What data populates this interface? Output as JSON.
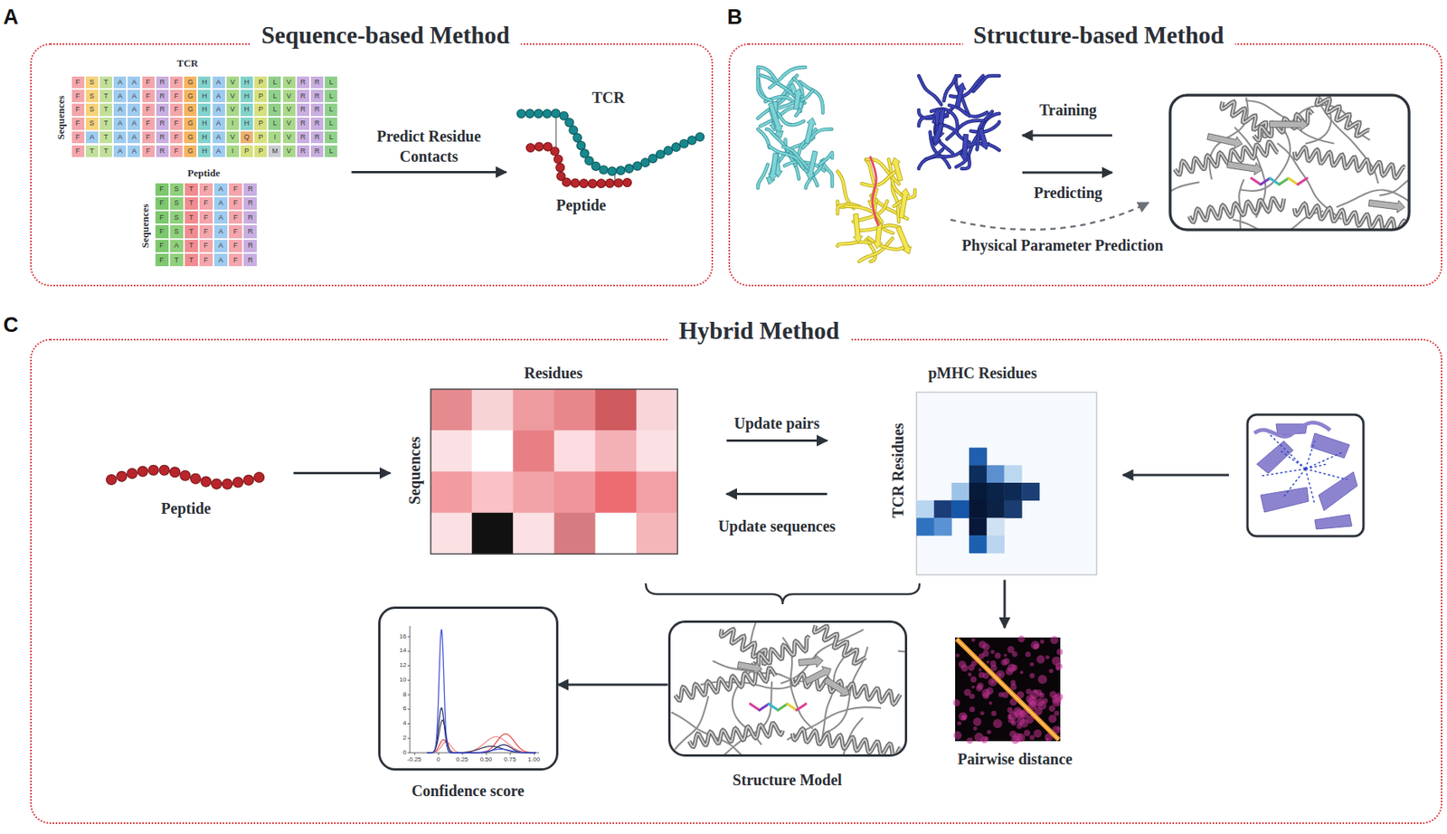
{
  "diagram": {
    "nodes": [
      {
        "text": [
          "Sequence-based Method"
        ]
      },
      {
        "text": [
          "TCR",
          "Sequences",
          "F",
          "S",
          "T",
          "A",
          "A",
          "F",
          "R",
          "F",
          "G",
          "H",
          "A",
          "V",
          "H",
          "P",
          "L",
          "V",
          "R",
          "R",
          "L",
          "F",
          "S",
          "T",
          "A",
          "A",
          "F",
          "R",
          "F",
          "G",
          "H",
          "A",
          "V",
          "H",
          "P",
          "L",
          "V",
          "R",
          "R",
          "L",
          "F",
          "S",
          "T",
          "A",
          "A",
          "F",
          "R",
          "F",
          "G",
          "H",
          "A",
          "V",
          "H",
          "P",
          "L",
          "V",
          "R",
          "R",
          "L",
          "F",
          "S",
          "T",
          "A",
          "A",
          "F",
          "R",
          "F",
          "G",
          "H",
          "A",
          "I",
          "H",
          "P",
          "L",
          "V",
          "R",
          "R",
          "L",
          "F",
          "A",
          "T",
          "A",
          "A",
          "F",
          "R",
          "F",
          "G",
          "H",
          "A",
          "V",
          "Q",
          "P",
          "I",
          "V",
          "R",
          "R",
          "L",
          "F",
          "T",
          "T",
          "A",
          "A",
          "F",
          "R",
          "F",
          "G",
          "H",
          "A",
          "I",
          "P",
          "P",
          "M",
          "V",
          "R",
          "R",
          "L"
        ],
        "in": 0
      },
      {
        "text": [
          "Peptide",
          "Sequences",
          "F",
          "S",
          "T",
          "F",
          "A",
          "F",
          "R",
          "F",
          "S",
          "T",
          "F",
          "A",
          "F",
          "R",
          "F",
          "S",
          "T",
          "F",
          "A",
          "F",
          "R",
          "F",
          "S",
          "T",
          "F",
          "A",
          "F",
          "R",
          "F",
          "A",
          "T",
          "F",
          "A",
          "F",
          "R",
          "F",
          "T",
          "T",
          "F",
          "A",
          "F",
          "R"
        ],
        "in": 0
      },
      {
        "text": [
          "TCR",
          "Peptide"
        ],
        "in": 0
      },
      {
        "text": [
          "Structure-based Method"
        ]
      },
      {
        "text": [
          "Hybrid Method"
        ]
      },
      {
        "text": [
          "Peptide"
        ],
        "in": 5
      },
      {
        "text": [
          "Residues",
          "Sequences"
        ],
        "in": 5
      },
      {
        "text": [
          "pMHC Residues",
          "TCR Residues"
        ],
        "in": 5
      },
      {
        "text": [
          "Structure Model"
        ],
        "in": 5
      },
      {
        "text": [
          "Pairwise distance"
        ],
        "in": 5
      },
      {
        "text": [
          "Confidence score",
          "16",
          "14",
          "12",
          "10",
          "8",
          "6",
          "4",
          "2",
          "0",
          "-0.25",
          "0",
          "0.25",
          "0.50",
          "0.75",
          "1.00"
        ],
        "in": 5
      }
    ],
    "edges": [
      {
        "from": 1,
        "to": 3,
        "label": "Predict Residue Contacts",
        "arrow": "to"
      },
      {
        "from": 6,
        "to": 7,
        "arrow": "to"
      },
      {
        "from": 7,
        "to": 8,
        "label": "Update pairs",
        "arrow": "to"
      },
      {
        "from": 8,
        "to": 7,
        "label": "Update sequences",
        "arrow": "to"
      },
      {
        "from": 8,
        "to": 10,
        "arrow": "to"
      },
      {
        "from": 9,
        "to": 11,
        "arrow": "to"
      }
    ],
    "labels": [
      "A",
      "B",
      "C",
      "Training",
      "Predicting",
      "Physical Parameter Prediction"
    ]
  }
}
